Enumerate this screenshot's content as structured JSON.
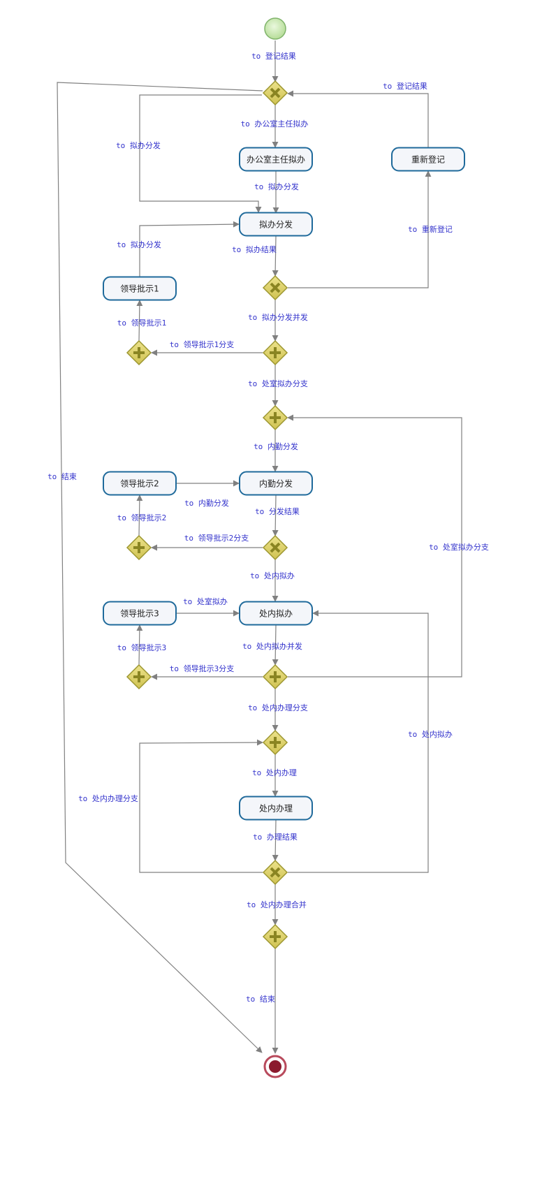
{
  "colors": {
    "task_stroke": "#1f6a9b",
    "task_fill": "#f4f6fa",
    "gateway_fill": "#ddd26a",
    "gateway_stroke": "#9c9630",
    "gateway_symbol": "#8a8522",
    "edge": "#808080",
    "label": "#3333cc",
    "start_fill": "#c8eab0",
    "start_stroke": "#7fb36a",
    "end_fill": "#8b1a2e",
    "end_stroke": "#b84a5c"
  },
  "nodes": {
    "start": {
      "type": "start-event"
    },
    "xor_register": {
      "type": "exclusive-gateway"
    },
    "task_office_director": {
      "type": "task",
      "label": "办公室主任拟办"
    },
    "task_reregister": {
      "type": "task",
      "label": "重新登记"
    },
    "task_draft_distribute": {
      "type": "task",
      "label": "拟办分发"
    },
    "xor_draft_result": {
      "type": "exclusive-gateway"
    },
    "task_leader1": {
      "type": "task",
      "label": "领导批示1"
    },
    "and_draft_parallel": {
      "type": "parallel-gateway"
    },
    "and_leader1": {
      "type": "parallel-gateway"
    },
    "and_office_branch": {
      "type": "parallel-gateway"
    },
    "task_leader2": {
      "type": "task",
      "label": "领导批示2"
    },
    "task_internal_distribute": {
      "type": "task",
      "label": "内勤分发"
    },
    "xor_distribute_result": {
      "type": "exclusive-gateway"
    },
    "and_leader2": {
      "type": "parallel-gateway"
    },
    "task_leader3": {
      "type": "task",
      "label": "领导批示3"
    },
    "task_dept_draft": {
      "type": "task",
      "label": "处内拟办"
    },
    "and_dept_draft_parallel": {
      "type": "parallel-gateway"
    },
    "and_leader3": {
      "type": "parallel-gateway"
    },
    "and_dept_handle_branch": {
      "type": "parallel-gateway"
    },
    "task_dept_handle": {
      "type": "task",
      "label": "处内办理"
    },
    "xor_handle_result": {
      "type": "exclusive-gateway"
    },
    "and_merge": {
      "type": "parallel-gateway"
    },
    "end": {
      "type": "end-event"
    }
  },
  "edges": {
    "start_to_register": {
      "label": "to 登记结果"
    },
    "register_to_director": {
      "label": "to 办公室主任拟办"
    },
    "register_to_draft": {
      "label": "to 拟办分发"
    },
    "register_to_end": {
      "label": "to 结束"
    },
    "director_to_draft": {
      "label": "to 拟办分发"
    },
    "reregister_to_register": {
      "label": "to 登记结果"
    },
    "draft_to_result": {
      "label": "to 拟办结果"
    },
    "result_to_reregister": {
      "label": "to 重新登记"
    },
    "result_to_parallel": {
      "label": "to 拟办分发并发"
    },
    "leader1_to_draft": {
      "label": "to 拟办分发"
    },
    "parallel_to_leader1_gw": {
      "label": "to 领导批示1分支"
    },
    "leader1_gw_to_leader1": {
      "label": "to 领导批示1"
    },
    "parallel_to_office_branch": {
      "label": "to 处室拟办分支"
    },
    "office_branch_to_internal": {
      "label": "to 内勤分发"
    },
    "leader2_to_internal": {
      "label": "to 内勤分发"
    },
    "internal_to_result": {
      "label": "to 分发结果"
    },
    "result_to_leader2_gw": {
      "label": "to 领导批示2分支"
    },
    "leader2_gw_to_leader2": {
      "label": "to 领导批示2"
    },
    "result_to_dept_draft": {
      "label": "to 处内拟办"
    },
    "leader3_to_dept_draft": {
      "label": "to 处室拟办"
    },
    "dept_draft_to_parallel": {
      "label": "to 处内拟办并发"
    },
    "dept_parallel_to_leader3_gw": {
      "label": "to 领导批示3分支"
    },
    "leader3_gw_to_leader3": {
      "label": "to 领导批示3"
    },
    "dept_parallel_to_office_branch": {
      "label": "to 处室拟办分支"
    },
    "dept_parallel_to_handle_branch": {
      "label": "to 处内办理分支"
    },
    "handle_branch_to_handle": {
      "label": "to 处内办理"
    },
    "handle_to_result": {
      "label": "to 办理结果"
    },
    "handle_result_to_branch": {
      "label": "to 处内办理分支"
    },
    "handle_result_to_dept_draft": {
      "label": "to 处内拟办"
    },
    "handle_result_to_merge": {
      "label": "to 处内办理合并"
    },
    "merge_to_end": {
      "label": "to 结束"
    }
  }
}
